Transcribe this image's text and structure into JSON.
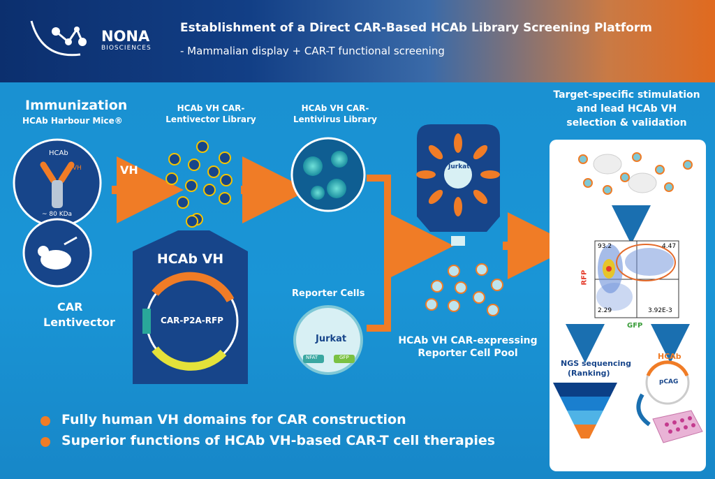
{
  "header": {
    "logo_line1": "NONA",
    "logo_line2": "BIOSCIENCES",
    "title": "Establishment of a Direct CAR-Based HCAb Library Screening Platform",
    "subtitle": "- Mammalian display + CAR-T functional screening"
  },
  "steps": {
    "immunization_title": "Immunization",
    "immunization_sub": "HCAb Harbour Mice®",
    "hcab_label": "HCAb",
    "vh_label": "VH",
    "kda_label": "~ 80 KDa",
    "vh_arrow_label": "VH",
    "lentivector_lib_1": "HCAb VH CAR-",
    "lentivector_lib_2": "Lentivector Library",
    "lentivirus_lib_1": "HCAb VH CAR-",
    "lentivirus_lib_2": "Lentivirus Library",
    "car_lentivector_1": "CAR",
    "car_lentivector_2": "Lentivector",
    "construct_title": "HCAb VH",
    "construct_label": "CAR-P2A-RFP",
    "reporter_cells": "Reporter Cells",
    "jurkat": "Jurkat",
    "nfat": "NFAT",
    "gfp": "GFP",
    "pool_1": "HCAb VH CAR-expressing",
    "pool_2": "Reporter Cell Pool",
    "target_1": "Target-specific stimulation",
    "target_2": "and lead HCAb VH",
    "target_3": "selection & validation",
    "ngs_1": "NGS sequencing",
    "ngs_2": "(Ranking)",
    "hcab_vector": "HCAb",
    "pcag": "pCAG"
  },
  "flow": {
    "rfp": "RFP",
    "gfp": "GFP",
    "q_top_left": "93.2",
    "q_top_right": "4.47",
    "q_bottom_left": "2.29",
    "q_bottom_right": "3.92E-3"
  },
  "bullets": [
    "Fully human VH domains for CAR construction",
    "Superior functions of HCAb VH-based CAR-T cell therapies"
  ],
  "colors": {
    "orange": "#f07c26",
    "navy": "#17458a",
    "sky": "#1a95d6",
    "teal": "#6fcfd6",
    "green": "#7ac143"
  }
}
